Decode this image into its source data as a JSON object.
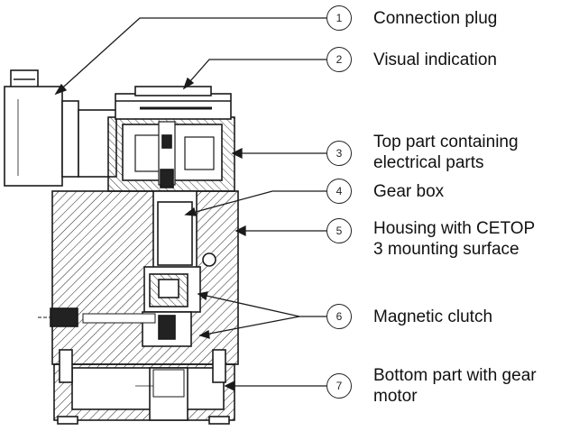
{
  "colors": {
    "line": "#1a1a1a",
    "text": "#111111",
    "background": "#ffffff"
  },
  "callouts": [
    {
      "number": "1",
      "label": "Connection plug"
    },
    {
      "number": "2",
      "label": "Visual indication"
    },
    {
      "number": "3",
      "label_line1": "Top part containing",
      "label_line2": "electrical parts"
    },
    {
      "number": "4",
      "label": "Gear box"
    },
    {
      "number": "5",
      "label_line1": "Housing with CETOP",
      "label_line2": "3 mounting surface"
    },
    {
      "number": "6",
      "label": "Magnetic clutch"
    },
    {
      "number": "7",
      "label_line1": "Bottom part with gear",
      "label_line2": "motor"
    }
  ]
}
